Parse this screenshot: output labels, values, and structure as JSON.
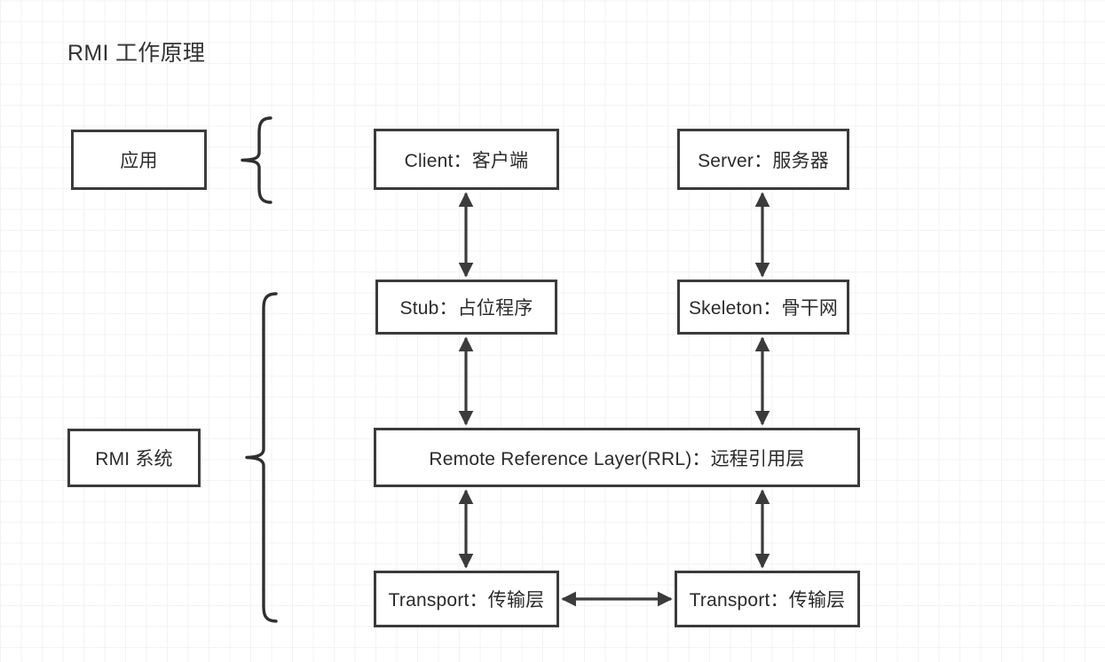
{
  "diagram": {
    "title": "RMI 工作原理",
    "layers": [
      {
        "id": "application",
        "label": "应用"
      },
      {
        "id": "rmi-system",
        "label": "RMI 系统"
      }
    ],
    "nodes": [
      {
        "id": "client",
        "label": "Client：客户端"
      },
      {
        "id": "server",
        "label": "Server：服务器"
      },
      {
        "id": "stub",
        "label": "Stub：占位程序"
      },
      {
        "id": "skeleton",
        "label": "Skeleton：骨干网"
      },
      {
        "id": "rrl",
        "label": "Remote Reference Layer(RRL)：远程引用层"
      },
      {
        "id": "transport-client",
        "label": "Transport：传输层"
      },
      {
        "id": "transport-server",
        "label": "Transport：传输层"
      }
    ],
    "connections": [
      {
        "from": "client",
        "to": "stub",
        "style": "double-arrow-vertical"
      },
      {
        "from": "server",
        "to": "skeleton",
        "style": "double-arrow-vertical"
      },
      {
        "from": "stub",
        "to": "rrl",
        "style": "double-arrow-vertical"
      },
      {
        "from": "skeleton",
        "to": "rrl",
        "style": "double-arrow-vertical"
      },
      {
        "from": "rrl",
        "to": "transport-client",
        "style": "double-arrow-vertical"
      },
      {
        "from": "rrl",
        "to": "transport-server",
        "style": "double-arrow-vertical"
      },
      {
        "from": "transport-client",
        "to": "transport-server",
        "style": "double-arrow-horizontal"
      }
    ],
    "braces": [
      {
        "id": "application-brace",
        "groups": "application"
      },
      {
        "id": "rmi-system-brace",
        "groups": "rmi-system"
      }
    ],
    "colors": {
      "stroke": "#3b3b3b",
      "text": "#2b2b2b",
      "background": "#ffffff",
      "grid_minor": "#f3f3f3",
      "grid_major": "#e8e8e8"
    }
  }
}
